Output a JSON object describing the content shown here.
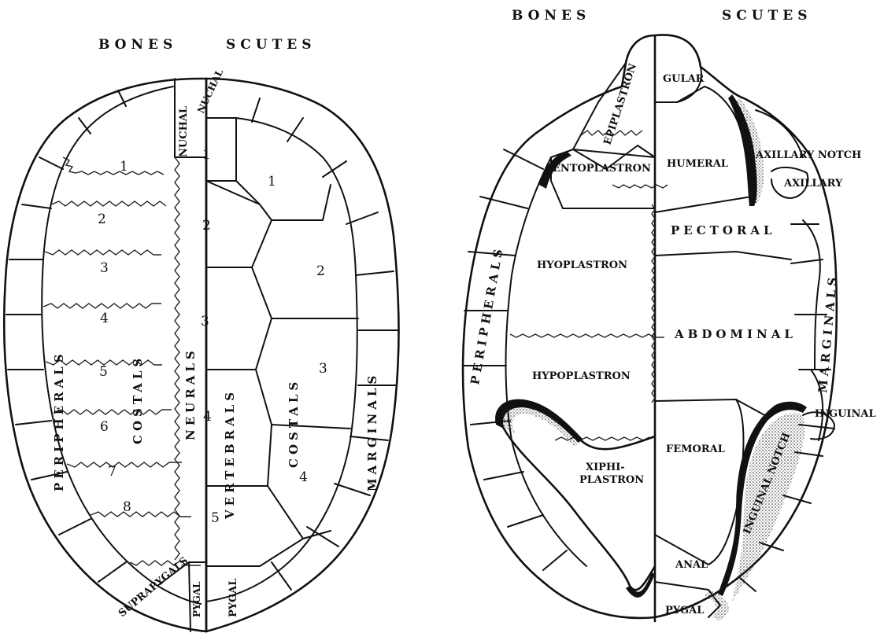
{
  "carapace": {
    "header_bones": "BONES",
    "header_scutes": "SCUTES",
    "nuchal_bone": "NUCHAL",
    "nuchal_scute": "NUCHAL",
    "peripherals": "PERIPHERALS",
    "costals_bones": "COSTALS",
    "neurals": "NEURALS",
    "vertebrals": "VERTEBRALS",
    "costals_scutes": "COSTALS",
    "marginals": "MARGINALS",
    "suprapygals": "SUPRAPYGALS",
    "pygal_bone": "PYGAL",
    "pygal_scute": "PYGAL",
    "costal_bone_numbers": [
      "1",
      "2",
      "3",
      "4",
      "5",
      "6",
      "7",
      "8"
    ],
    "neural_numbers": [
      "1",
      "2",
      "3",
      "4",
      "5"
    ],
    "costal_scute_numbers": [
      "1",
      "2",
      "3",
      "4"
    ]
  },
  "plastron": {
    "header_bones": "BONES",
    "header_scutes": "SCUTES",
    "epiplastron": "EPIPLASTRON",
    "entoplastron": "ENTOPLASTRON",
    "hyoplastron": "HYOPLASTRON",
    "hypoplastron": "HYPOPLASTRON",
    "xiphiplastron_1": "XIPHI-",
    "xiphiplastron_2": "PLASTRON",
    "peripherals": "PERIPHERALS",
    "gular": "GULAR",
    "humeral": "HUMERAL",
    "axillary_notch": "AXILLARY NOTCH",
    "axillary": "AXILLARY",
    "pectoral": "PECTORAL",
    "abdominal": "ABDOMINAL",
    "marginals": "MARGINALS",
    "inguinal": "INGUINAL",
    "femoral": "FEMORAL",
    "inguinal_notch": "INGUINAL NOTCH",
    "anal": "ANAL",
    "pygal": "PYGAL"
  }
}
